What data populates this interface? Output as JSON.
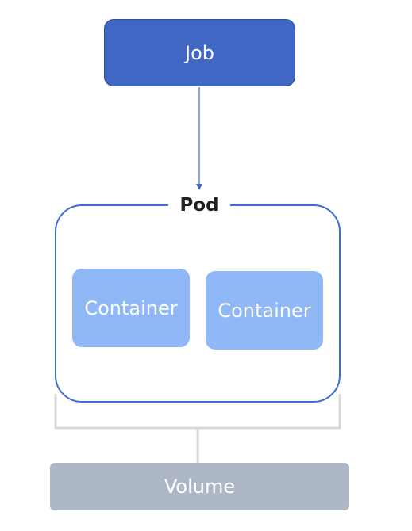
{
  "diagram": {
    "job": {
      "label": "Job",
      "color": "#3f67c3"
    },
    "pod": {
      "label": "Pod",
      "border_color": "#3c6fd6"
    },
    "containers": [
      {
        "label": "Container",
        "color": "#90b8f7"
      },
      {
        "label": "Container",
        "color": "#90b8f7"
      }
    ],
    "volume": {
      "label": "Volume",
      "color": "#adb7c6"
    },
    "arrow_color": "#3f67c3",
    "bracket_color": "#d9d9d9"
  }
}
